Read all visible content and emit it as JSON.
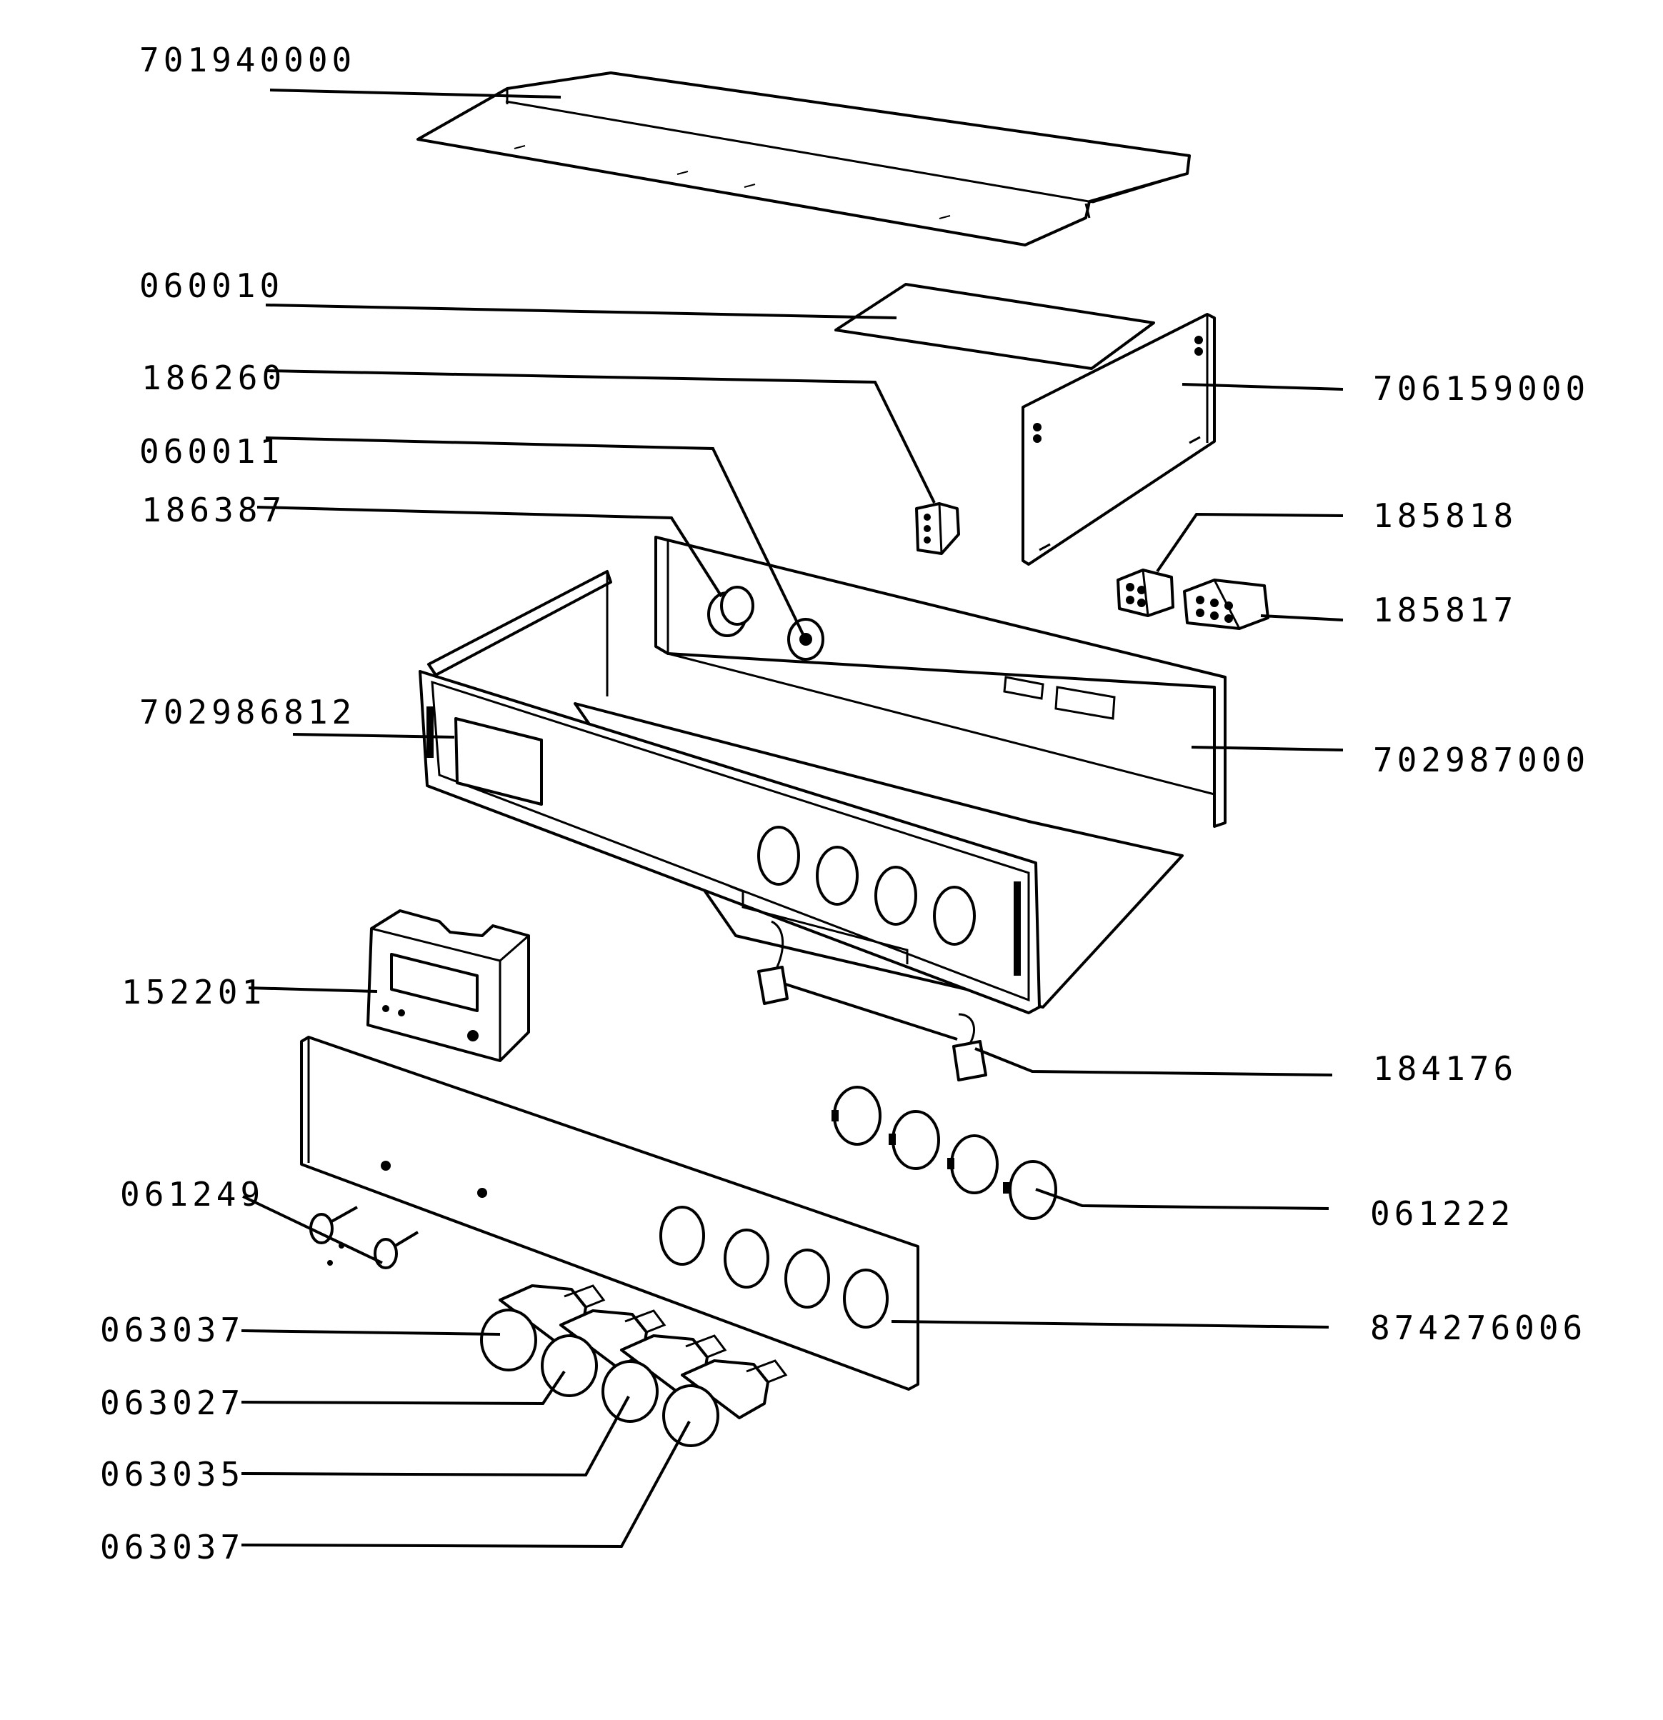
{
  "diagram": {
    "part_numbers": [
      {
        "id": "top_cover",
        "label": "701940000"
      },
      {
        "id": "insulation_plate",
        "label": "060010"
      },
      {
        "id": "bracket",
        "label": "186260"
      },
      {
        "id": "grommet",
        "label": "060011"
      },
      {
        "id": "lamp",
        "label": "186387"
      },
      {
        "id": "side_frame",
        "label": "702986812"
      },
      {
        "id": "timer",
        "label": "152201"
      },
      {
        "id": "screws",
        "label": "061249"
      },
      {
        "id": "knob_1",
        "label": "063037"
      },
      {
        "id": "knob_2",
        "label": "063027"
      },
      {
        "id": "knob_3",
        "label": "063035"
      },
      {
        "id": "knob_4",
        "label": "063037"
      },
      {
        "id": "rear_panel",
        "label": "706159000"
      },
      {
        "id": "connector_a",
        "label": "185818"
      },
      {
        "id": "connector_b",
        "label": "185817"
      },
      {
        "id": "control_housing",
        "label": "702987000"
      },
      {
        "id": "switch",
        "label": "184176"
      },
      {
        "id": "knob_rings",
        "label": "061222"
      },
      {
        "id": "control_panel",
        "label": "874276006"
      }
    ]
  }
}
